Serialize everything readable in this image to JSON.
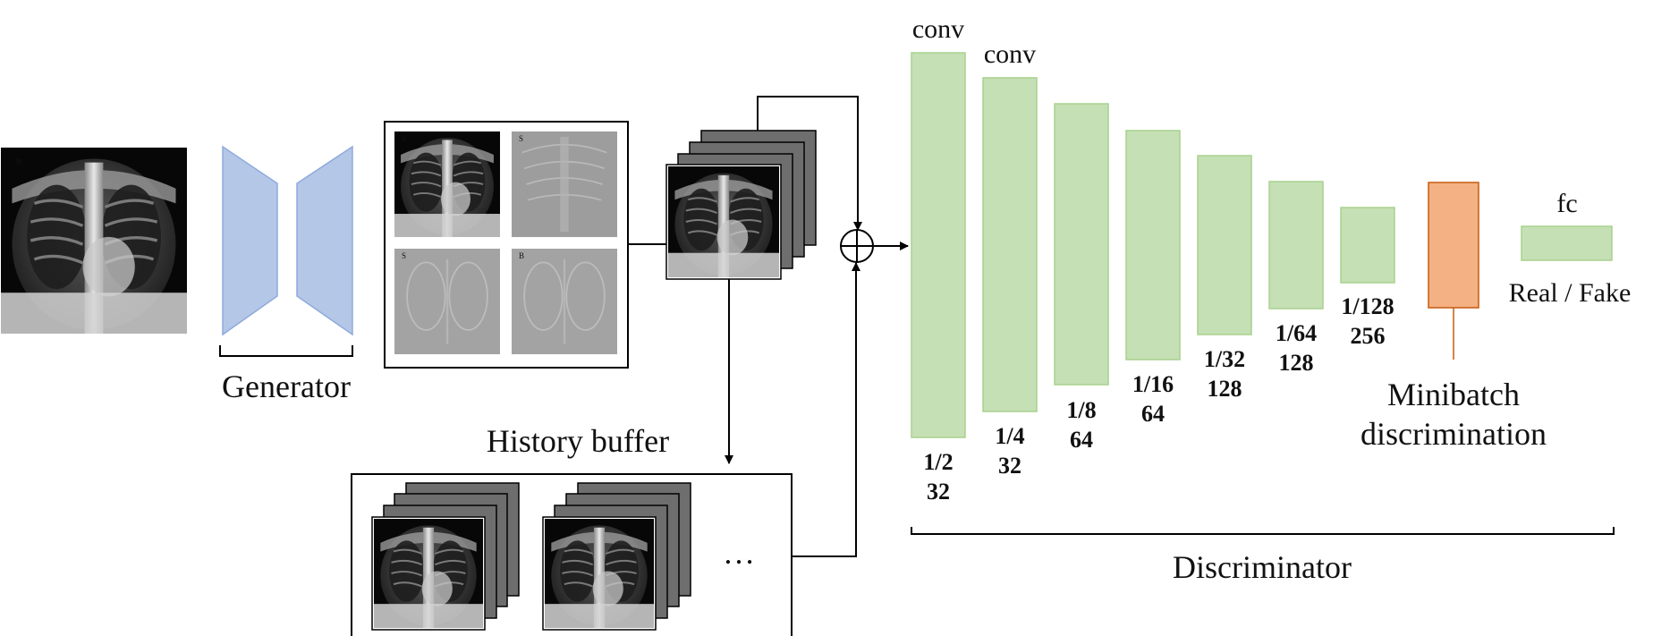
{
  "input_xray": {
    "marker": "R"
  },
  "generator": {
    "label": "Generator",
    "color": "#b4c7e7"
  },
  "generator_outputs": {
    "markers": [
      "R",
      "S",
      "S",
      "B"
    ]
  },
  "history_buffer": {
    "title": "History buffer",
    "ellipsis": "…"
  },
  "discriminator": {
    "label": "Discriminator",
    "layer_color": "#c5e0b4",
    "conv_labels": [
      "conv",
      "conv"
    ],
    "layers": [
      {
        "scale": "1/2",
        "channels": "32"
      },
      {
        "scale": "1/4",
        "channels": "32"
      },
      {
        "scale": "1/8",
        "channels": "64"
      },
      {
        "scale": "1/16",
        "channels": "64"
      },
      {
        "scale": "1/32",
        "channels": "128"
      },
      {
        "scale": "1/64",
        "channels": "128"
      },
      {
        "scale": "1/128",
        "channels": "256"
      }
    ],
    "minibatch": {
      "label_line1": "Minibatch",
      "label_line2": "discrimination",
      "color": "#f4b183"
    },
    "fc": {
      "label": "fc",
      "output": "Real / Fake"
    }
  }
}
